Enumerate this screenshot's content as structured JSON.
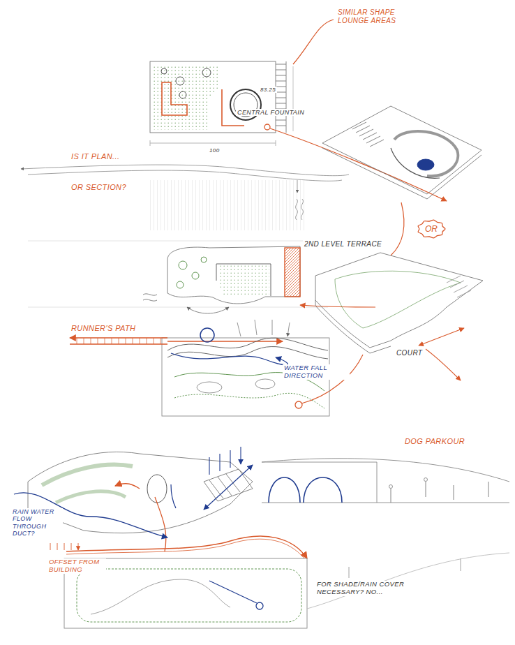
{
  "diagram": {
    "nodes": [
      {
        "text": [
          "OR"
        ]
      }
    ],
    "labels": [
      "SIMILAR SHAPE LOUNGE AREAS",
      "CENTRAL FOUNTAIN",
      "83.25",
      "100",
      "IS IT PLAN...",
      "OR SECTION?",
      "2ND LEVEL TERRACE",
      "COURT",
      "RUNNER'S PATH",
      "WATER FALL DIRECTION",
      "DOG PARKOUR",
      "RAIN WATER FLOW THROUGH DUCT?",
      "OFFSET FROM BUILDING",
      "FOR SHADE/RAIN COVER NECESSARY? NO..."
    ]
  }
}
